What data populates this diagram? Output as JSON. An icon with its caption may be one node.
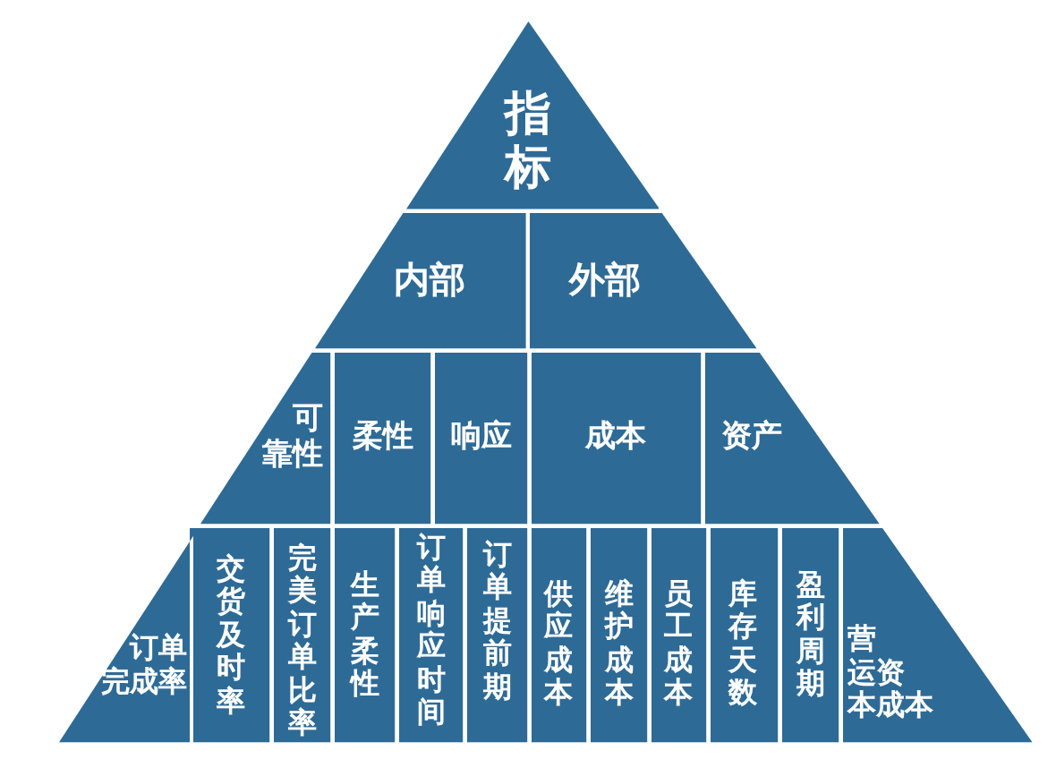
{
  "diagram": {
    "nodes": [
      {
        "text": [
          "指标"
        ]
      },
      {
        "text": [
          "内部"
        ]
      },
      {
        "text": [
          "外部"
        ]
      },
      {
        "text": [
          "可靠性"
        ]
      },
      {
        "text": [
          "柔性"
        ]
      },
      {
        "text": [
          "响应"
        ]
      },
      {
        "text": [
          "成本"
        ]
      },
      {
        "text": [
          "资产"
        ]
      },
      {
        "text": [
          "订单完成率"
        ]
      },
      {
        "text": [
          "交货及时率"
        ]
      },
      {
        "text": [
          "完美订单比率"
        ]
      },
      {
        "text": [
          "生产柔性"
        ]
      },
      {
        "text": [
          "订单响应时间"
        ]
      },
      {
        "text": [
          "订单提前期"
        ]
      },
      {
        "text": [
          "供应成本"
        ]
      },
      {
        "text": [
          "维护成本"
        ]
      },
      {
        "text": [
          "员工成本"
        ]
      },
      {
        "text": [
          "库存天数"
        ]
      },
      {
        "text": [
          "盈利周期"
        ]
      },
      {
        "text": [
          "营运资本成本"
        ]
      }
    ]
  }
}
